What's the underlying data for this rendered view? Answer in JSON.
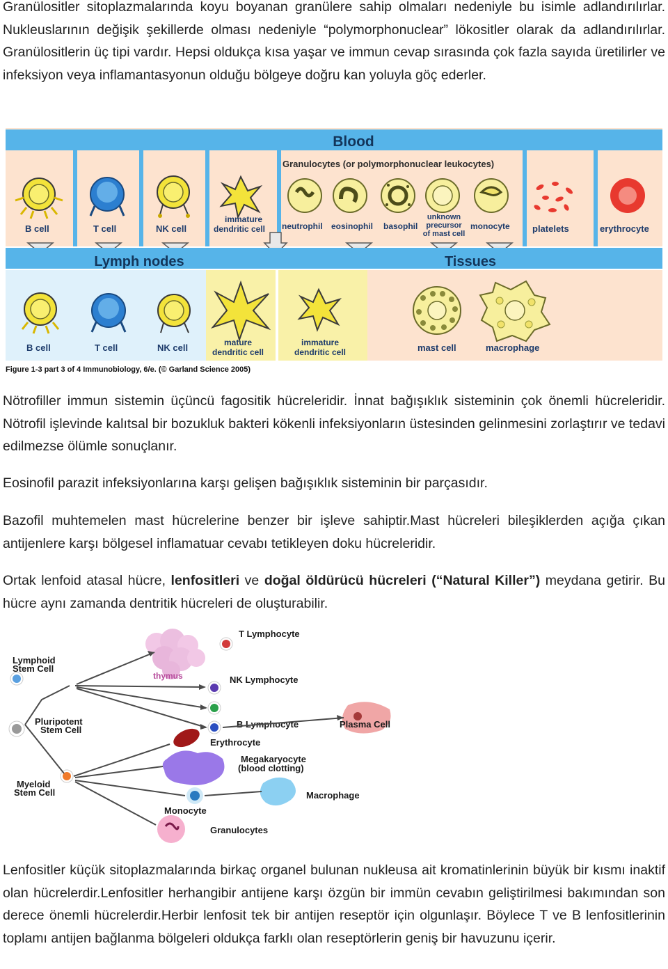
{
  "p1": "Granülositler sitoplazmalarında koyu boyanan granülere sahip olmaları nedeniyle bu isimle adlandırılırlar. Nukleuslarının değişik şekillerde olması nedeniyle “polymorphonuclear” lökositler olarak da adlandırılırlar. Granülositlerin üç tipi vardır. Hepsi oldukça kısa yaşar ve immun cevap sırasında çok fazla sayıda üretilirler ve infeksiyon veya inflamantasyonun olduğu bölgeye doğru kan yoluyla göç ederler.",
  "figure1": {
    "blood": "Blood",
    "granulocytes_header": "Granulocytes (or polymorphonuclear leukocytes)",
    "b_cell": "B cell",
    "t_cell": "T cell",
    "nk_cell": "NK cell",
    "immature_dc_1": "immature",
    "immature_dc_2": "dendritic cell",
    "neutrophil": "neutrophil",
    "eosinophil": "eosinophil",
    "basophil": "basophil",
    "unknown_1": "unknown",
    "unknown_2": "precursor",
    "unknown_3": "of mast cell",
    "monocyte": "monocyte",
    "platelets": "platelets",
    "erythrocyte": "erythrocyte",
    "lymph_nodes": "Lymph nodes",
    "tissues": "Tissues",
    "mature_dc_1": "mature",
    "mature_dc_2": "dendritic cell",
    "mast_cell": "mast cell",
    "macrophage": "macrophage",
    "caption": "Figure 1-3 part 3 of 4 Immunobiology, 6/e. (© Garland Science 2005)"
  },
  "p2": "Nötrofiller immun sistemin üçüncü fagositik hücreleridir. İnnat bağışıklık sisteminin çok önemli hücreleridir. Nötrofil işlevinde kalıtsal bir bozukluk bakteri kökenli infeksiyonların üstesinden gelinmesini zorlaştırır ve tedavi edilmezse ölümle sonuçlanır.",
  "p3": "Eosinofil parazit infeksiyonlarına karşı gelişen bağışıklık sisteminin bir parçasıdır.",
  "p4": "Bazofil muhtemelen mast hücrelerine benzer bir işleve sahiptir.Mast hücreleri bileşiklerden açığa çıkan antijenlere karşı bölgesel inflamatuar cevabı tetikleyen doku hücreleridir.",
  "p5": {
    "a": "Ortak lenfoid atasal hücre, ",
    "b": "lenfositleri",
    "c": " ve ",
    "d": "doğal öldürücü hücreleri (“Natural Killer”)",
    "e": " meydana getirir. Bu hücre aynı zamanda dentritik hücreleri de oluşturabilir."
  },
  "figure2": {
    "t_lymphocyte": "T Lymphocyte",
    "lymphoid_1": "Lymphoid",
    "lymphoid_2": "Stem Cell",
    "thymus": "thymus",
    "nk_lymphocyte": "NK Lymphocyte",
    "pluripotent_1": "Pluripotent",
    "pluripotent_2": "Stem Cell",
    "b_lymphocyte": "B Lymphocyte",
    "plasma_cell": "Plasma Cell",
    "erythrocyte": "Erythrocyte",
    "megakaryocyte_1": "Megakaryocyte",
    "megakaryocyte_2": "(blood clotting)",
    "myeloid_1": "Myeloid",
    "myeloid_2": "Stem Cell",
    "macrophage": "Macrophage",
    "monocyte": "Monocyte",
    "granulocytes": "Granulocytes"
  },
  "p6": "Lenfositler küçük sitoplazmalarında birkaç organel bulunan nukleusa ait kromatinlerinin büyük bir kısmı inaktif olan hücrelerdir.Lenfositler herhangibir antijene karşı özgün bir immün cevabın geliştirilmesi bakımından son derece önemli hücrelerdir.Herbir lenfosit tek bir antijen reseptör için olgunlaşır. Böylece T ve B lenfositlerinin toplamı antijen bağlanma bölgeleri oldukça farklı olan reseptörlerin geniş bir havuzunu içerir."
}
